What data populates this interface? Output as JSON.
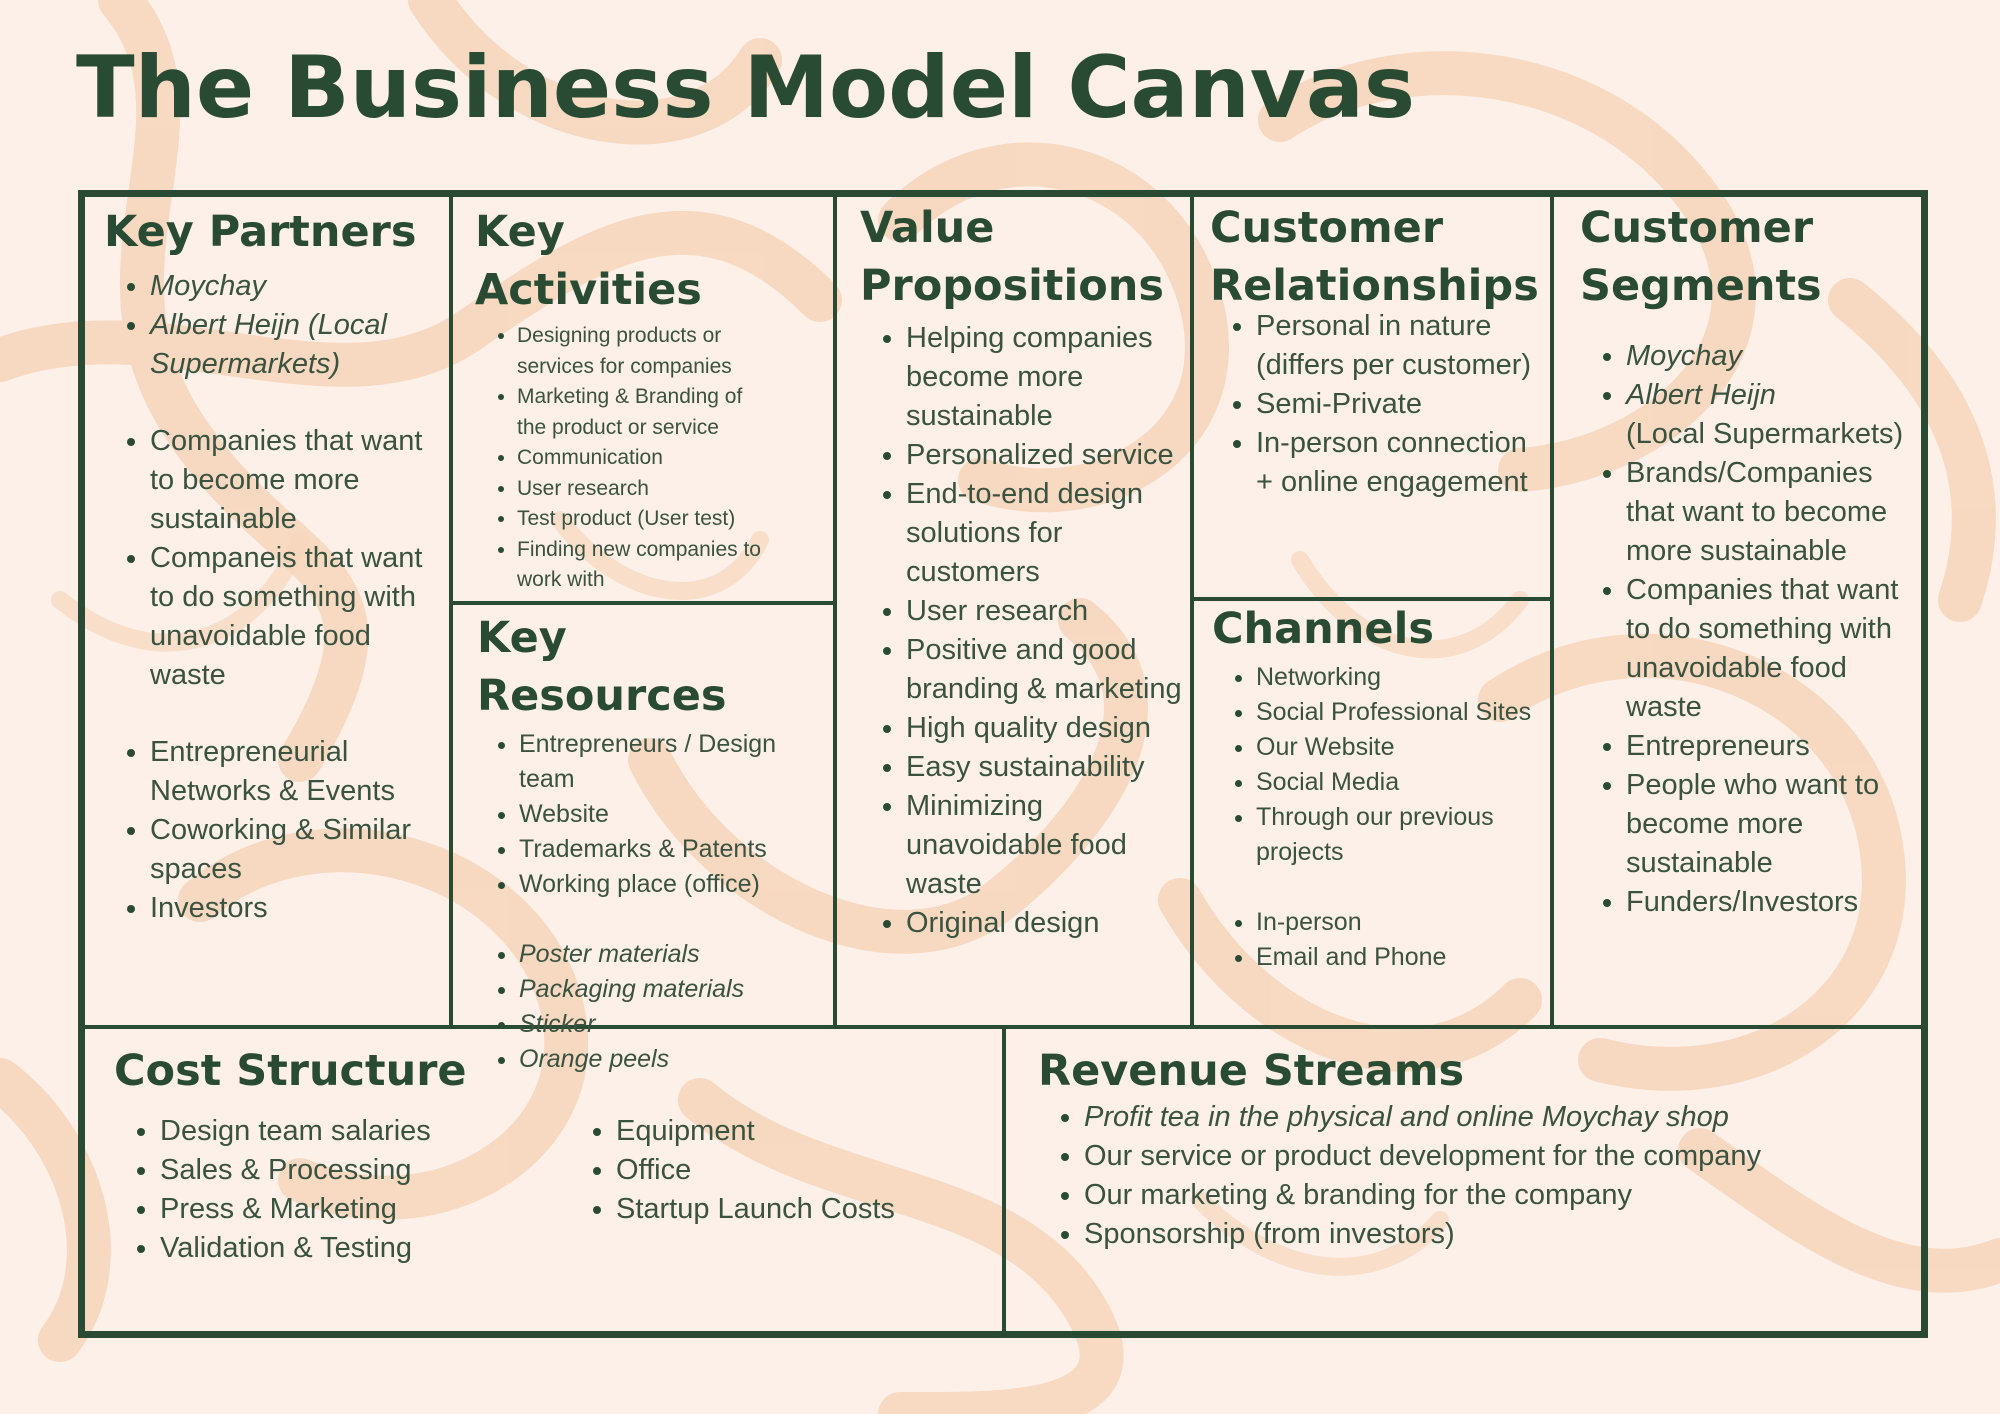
{
  "title": "The Business Model Canvas",
  "key_partners": {
    "heading": "Key Partners",
    "items": [
      "Moychay",
      "Albert Heijn (Local Supermarkets)",
      "Companies that want to become more sustainable",
      "Companeis that want to do something with unavoidable food waste",
      "Entrepreneurial Networks & Events",
      "Coworking & Similar spaces",
      "Investors"
    ]
  },
  "key_activities": {
    "heading": "Key Activities",
    "items": [
      "Designing products or services for companies",
      "Marketing & Branding of the product or service",
      "Communication",
      "User research",
      "Test product (User test)",
      "Finding new companies to work with"
    ]
  },
  "key_resources": {
    "heading": "Key Resources",
    "items": [
      "Entrepreneurs / Design team",
      "Website",
      "Trademarks & Patents",
      "Working place (office)",
      "Poster materials",
      "Packaging materials",
      "Sticker",
      "Orange peels"
    ]
  },
  "value_propositions": {
    "heading": "Value Propositions",
    "items": [
      "Helping companies become more sustainable",
      "Personalized service",
      "End-to-end design solutions for customers",
      "User research",
      "Positive and good branding & marketing",
      "High quality design",
      "Easy sustainability",
      "Minimizing unavoidable food waste",
      "Original design"
    ]
  },
  "customer_relationships": {
    "heading": "Customer Relationships",
    "items": [
      "Personal in nature (differs per customer)",
      "Semi-Private",
      "In-person connection + online engagement"
    ]
  },
  "channels": {
    "heading": "Channels",
    "items": [
      "Networking",
      "Social Professional Sites",
      "Our Website",
      "Social Media",
      "Through our previous projects",
      "In-person",
      "Email and Phone"
    ]
  },
  "customer_segments": {
    "heading": "Customer Segments",
    "items": [
      "Moychay",
      "Albert Heijn",
      "(Local Supermarkets)",
      "Brands/Companies that want to become more sustainable",
      "Companies that want to do something with unavoidable food waste",
      "Entrepreneurs",
      "People who want to become more sustainable",
      "Funders/Investors"
    ]
  },
  "cost_structure": {
    "heading": "Cost Structure",
    "col1": [
      "Design team salaries",
      "Sales & Processing",
      "Press & Marketing",
      "Validation & Testing"
    ],
    "col2": [
      "Equipment",
      "Office",
      "Startup Launch Costs"
    ]
  },
  "revenue_streams": {
    "heading": "Revenue Streams",
    "items": [
      "Profit tea in the physical and online Moychay shop",
      "Our service or product development for the company",
      "Our marketing & branding for the company",
      "Sponsorship (from investors)"
    ]
  },
  "colors": {
    "background": "#fdf0e9",
    "ink": "#2a4b33",
    "pattern": "#f7d4b8"
  }
}
